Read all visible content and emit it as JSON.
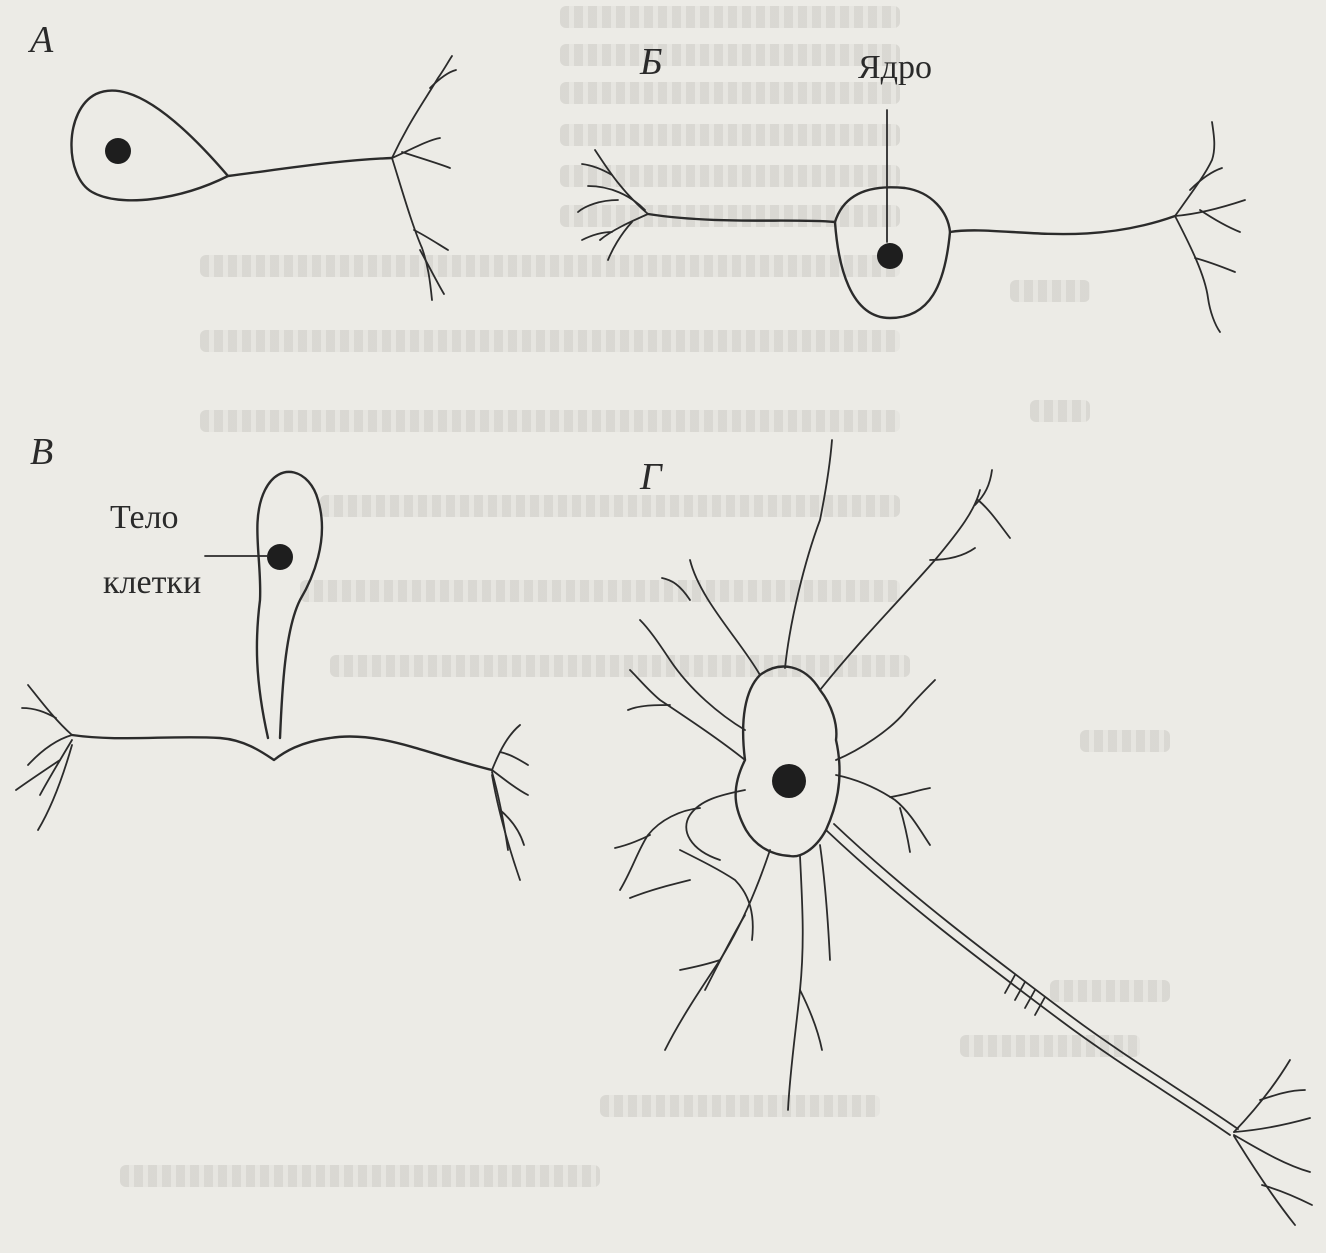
{
  "panels": {
    "a": {
      "letter": "А"
    },
    "b": {
      "letter": "Б",
      "callout": "Ядро"
    },
    "v": {
      "letter": "В",
      "callout_line1": "Тело",
      "callout_line2": "клетки"
    },
    "g": {
      "letter": "Г"
    }
  },
  "colors": {
    "ink": "#2b2b2b",
    "paper": "#ecebe6"
  }
}
